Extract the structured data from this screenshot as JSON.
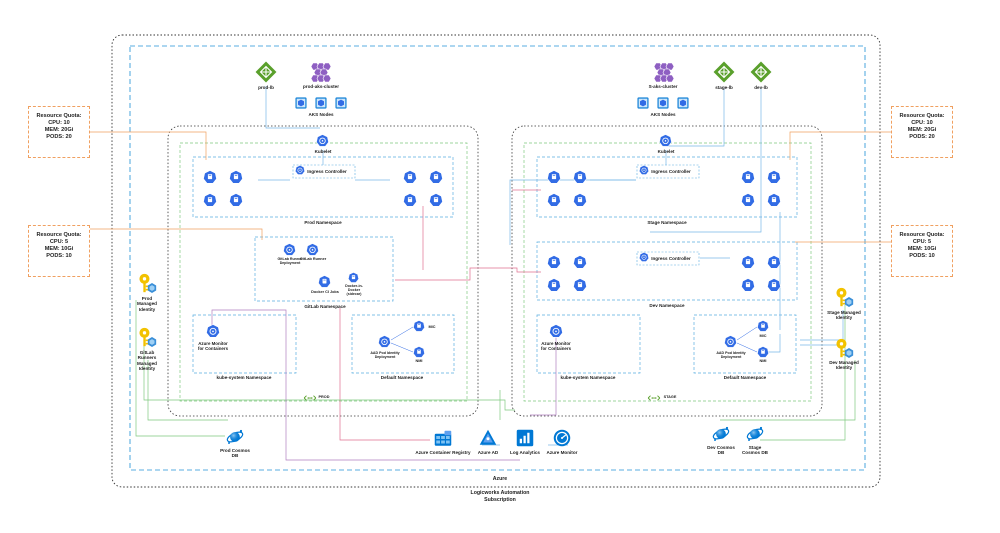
{
  "outer": {
    "cloud": "Azure",
    "subscription_line1": "Logicworks Automation",
    "subscription_line2": "Subscription"
  },
  "quotas": {
    "prod_upper": {
      "title": "Resource Quota:",
      "cpu": "CPU: 10",
      "mem": "MEM: 20Gi",
      "pods": "PODS: 20"
    },
    "prod_lower": {
      "title": "Resource Quota:",
      "cpu": "CPU: 5",
      "mem": "MEM: 10Gi",
      "pods": "PODS: 10"
    },
    "stage_upper": {
      "title": "Resource Quota:",
      "cpu": "CPU: 10",
      "mem": "MEM: 20Gi",
      "pods": "PODS: 20"
    },
    "stage_lower": {
      "title": "Resource Quota:",
      "cpu": "CPU: 5",
      "mem": "MEM: 10Gi",
      "pods": "PODS: 10"
    }
  },
  "prod": {
    "lb": "prod-lb",
    "cluster": "prod-aks-cluster",
    "nodes": "AKS Nodes",
    "kubelet": "Kubelet",
    "ingress": "Ingress Controller",
    "prod_ns": "Prod Namespace",
    "runner_deploy": "GitLab Runner Deployment",
    "runner": "GitLab Runner",
    "docker_dind": "Docker-in-Docker (sidecar)",
    "docker_ci": "Docker CI Jobs",
    "gitlab_ns": "GitLab Namespace",
    "monitor": "Azure Monitor for Containers",
    "kube_ns": "kube-system Namespace",
    "aad_pod": "AAD Pod Identity Deployment",
    "mic": "MIC",
    "nmi": "NMI",
    "default_ns": "Default Namespace",
    "vnet": "PROD",
    "prod_mi": "Prod Managed Identity",
    "gitlab_mi": "GitLab Runners Managed Identity",
    "cosmos": "Prod Cosmos DB"
  },
  "stage": {
    "cluster": "S-aks-cluster",
    "stage_lb": "stage-lb",
    "dev_lb": "dev-lb",
    "nodes": "AKS Nodes",
    "kubelet": "Kubelet",
    "ingress_stage": "Ingress Controller",
    "stage_ns": "Stage Namespace",
    "ingress_dev": "Ingress Controller",
    "dev_ns": "Dev Namespace",
    "monitor": "Azure Monitor for Containers",
    "kube_ns": "kube-system Namespace",
    "aad_pod": "AAD Pod Identity Deployment",
    "mic": "MIC",
    "nmi": "NMI",
    "default_ns": "Default Namespace",
    "vnet": "STAGE",
    "stage_mi": "Stage Managed Identity",
    "dev_mi": "Dev Managed Identity",
    "dev_cosmos": "Dev Cosmos DB",
    "stage_cosmos": "Stage Cosmos DB"
  },
  "shared": {
    "acr": "Azure Container Registry",
    "aad": "Azure AD",
    "log": "Log Analytics",
    "monitor": "Azure Monitor"
  },
  "colors": {
    "k8s_blue": "#326ce5",
    "lb_green": "#5aa02c",
    "cluster_purple": "#8e5fc2",
    "identity_yellow": "#f2c200",
    "azure_blue": "#0078d4",
    "dashed_blue": "#5aaee0",
    "line_orange": "#f0a060",
    "line_green": "#7fc97f",
    "line_purple": "#b07fc0",
    "line_pink": "#e07090",
    "line_blue": "#7ab8e8"
  },
  "icons": {
    "lb": "load-balancer-icon",
    "cluster": "aks-cluster-icon",
    "node": "aks-node-icon",
    "kubelet": "kubelet-icon",
    "pod": "k8s-pod-icon",
    "ingress": "ingress-controller-icon",
    "identity": "managed-identity-icon",
    "cosmos": "cosmos-db-icon",
    "acr": "container-registry-icon",
    "aad": "azure-ad-icon",
    "log": "log-analytics-icon",
    "monitor": "azure-monitor-icon",
    "vnet": "vnet-icon"
  }
}
